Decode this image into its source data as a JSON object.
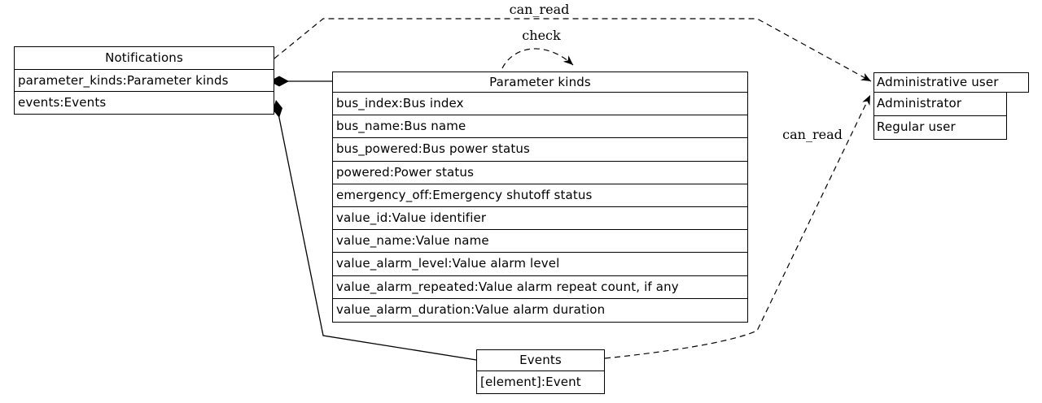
{
  "diagram": {
    "background": "#ffffff",
    "line_color": "#000000"
  },
  "nodes": {
    "notifications": {
      "title": "Notifications",
      "rows": [
        "parameter_kinds:Parameter kinds",
        "events:Events"
      ]
    },
    "parameter_kinds": {
      "title": "Parameter kinds",
      "rows": [
        "bus_index:Bus index",
        "bus_name:Bus name",
        "bus_powered:Bus power status",
        "powered:Power status",
        "emergency_off:Emergency shutoff status",
        "value_id:Value identifier",
        "value_name:Value name",
        "value_alarm_level:Value alarm level",
        "value_alarm_repeated:Value alarm repeat count, if any",
        "value_alarm_duration:Value alarm duration"
      ]
    },
    "events": {
      "title": "Events",
      "rows": [
        "[element]:Event"
      ]
    },
    "administrative_user": {
      "title": "Administrative user",
      "rows": [
        "Administrator",
        "Regular user"
      ]
    }
  },
  "edges": {
    "can_read_top": {
      "label": "can_read"
    },
    "check": {
      "label": "check"
    },
    "can_read_bottom": {
      "label": "can_read"
    }
  }
}
